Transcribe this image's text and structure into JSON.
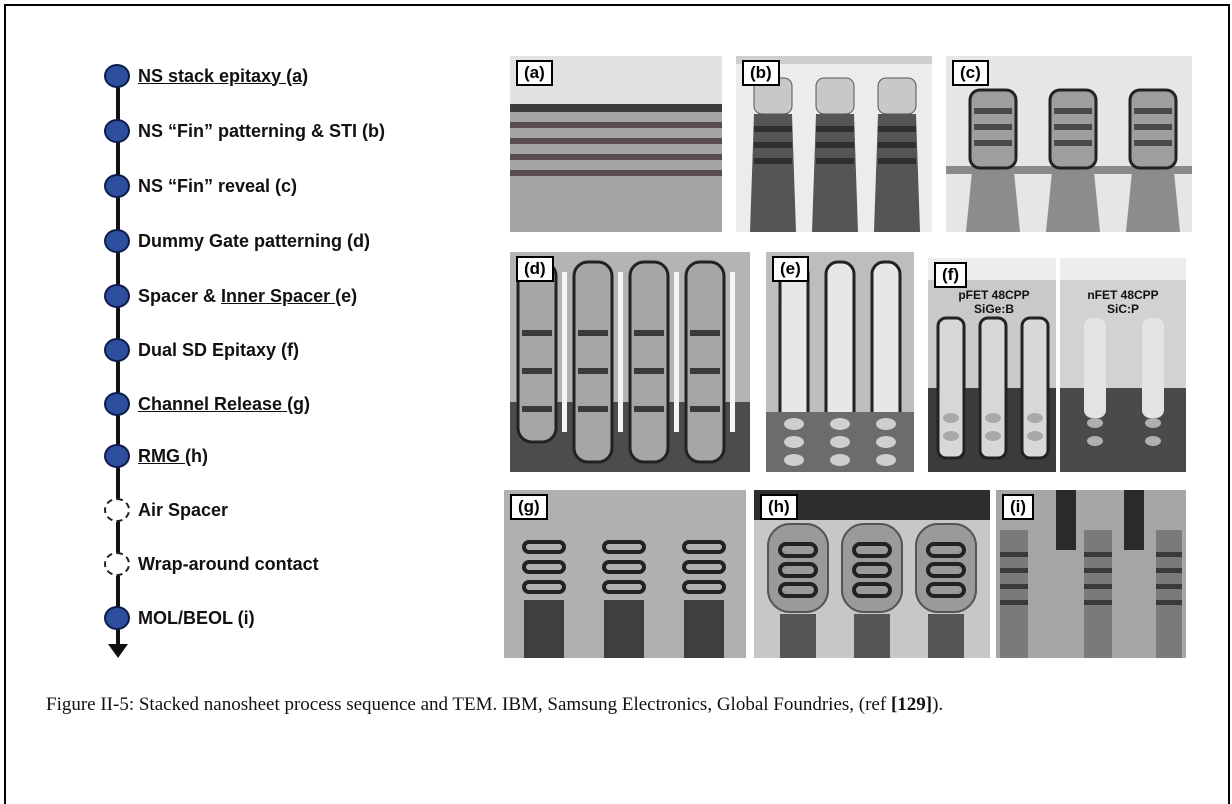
{
  "steps": [
    {
      "label": "NS stack epitaxy (a)",
      "style": "filled",
      "underline": "NS stack epitaxy (a"
    },
    {
      "label": "NS “Fin” patterning & STI (b)",
      "style": "filled",
      "underline": ""
    },
    {
      "label": "NS “Fin” reveal (c)",
      "style": "filled",
      "underline": ""
    },
    {
      "label": "Dummy Gate patterning (d)",
      "style": "filled",
      "underline": ""
    },
    {
      "label": "Spacer & Inner Spacer (e)",
      "style": "filled",
      "underline": "Inner Spacer "
    },
    {
      "label": "Dual SD Epitaxy (f)",
      "style": "filled",
      "underline": ""
    },
    {
      "label": "Channel Release (g)",
      "style": "filled",
      "underline": "Channel Release "
    },
    {
      "label": "RMG (h)",
      "style": "filled",
      "underline": "RMG "
    },
    {
      "label": "Air Spacer",
      "style": "dashed",
      "underline": ""
    },
    {
      "label": "Wrap-around contact",
      "style": "dashed",
      "underline": ""
    },
    {
      "label": "MOL/BEOL (i)",
      "style": "filled",
      "underline": ""
    }
  ],
  "panels": {
    "a": {
      "tag": "(a)"
    },
    "b": {
      "tag": "(b)"
    },
    "c": {
      "tag": "(c)"
    },
    "d": {
      "tag": "(d)"
    },
    "e": {
      "tag": "(e)"
    },
    "f": {
      "tag": "(f)",
      "left_caption_1": "pFET 48CPP",
      "left_caption_2": "SiGe:B",
      "right_caption_1": "nFET 48CPP",
      "right_caption_2": "SiC:P"
    },
    "g": {
      "tag": "(g)"
    },
    "h": {
      "tag": "(h)"
    },
    "i": {
      "tag": "(i)"
    }
  },
  "caption": {
    "text": "Figure II-5: Stacked nanosheet process sequence and TEM. IBM, Samsung Electronics, Global Foundries, (ref ",
    "ref": "[129]",
    "tail": ")."
  },
  "colors": {
    "dot_fill": "#2d4f9e",
    "dot_border": "#0d1d4a"
  }
}
